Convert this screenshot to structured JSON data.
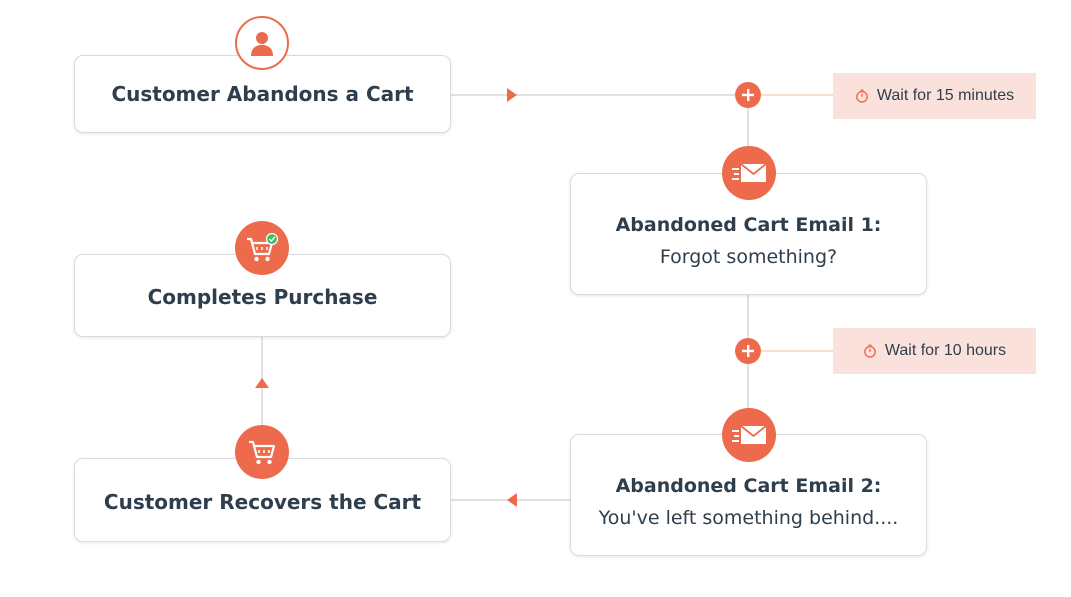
{
  "colors": {
    "accent": "#ee6a4c",
    "connector": "#d5d7da",
    "wait_bg": "#fbe1dc",
    "text": "#2f3e4d"
  },
  "nodes": {
    "abandon": {
      "title": "Customer Abandons a Cart",
      "icon": "user-icon"
    },
    "email1": {
      "title": "Abandoned Cart Email 1:",
      "subtitle": "Forgot something?",
      "icon": "email-icon"
    },
    "email2": {
      "title": "Abandoned Cart Email 2:",
      "subtitle": "You've left something behind....",
      "icon": "email-icon"
    },
    "recover": {
      "title": "Customer Recovers the Cart",
      "icon": "cart-icon"
    },
    "purchase": {
      "title": "Completes Purchase",
      "icon": "cart-check-icon"
    }
  },
  "waits": {
    "first": "Wait for 15 minutes",
    "second": "Wait for 10 hours"
  }
}
